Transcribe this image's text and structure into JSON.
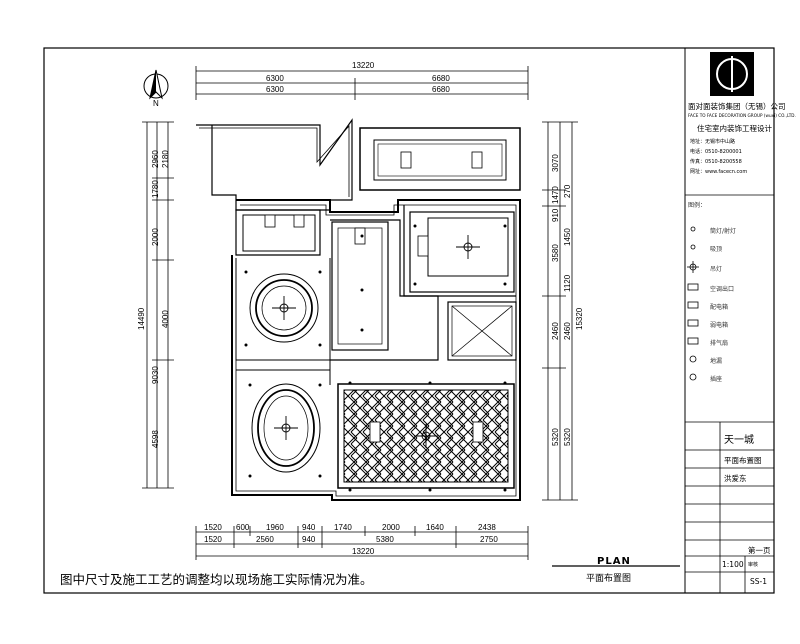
{
  "north_label": "N",
  "dims_top": {
    "total": "13220",
    "segments_row1": [
      "6300",
      "6680"
    ],
    "segments_row2": [
      "6300",
      "6680"
    ]
  },
  "dims_bottom": {
    "row1": [
      "1520",
      "600",
      "1960",
      "940",
      "1740",
      "2000",
      "1640",
      "2438"
    ],
    "row2": [
      "1520",
      "2560",
      "940",
      "5380",
      "2750"
    ],
    "total": "13220"
  },
  "dims_left": {
    "row1": [
      "2960",
      "1780",
      "2000",
      "9030",
      "4598"
    ],
    "row2": [
      "2180",
      "4000"
    ],
    "total": "14490"
  },
  "dims_right": {
    "row1": [
      "3070",
      "1470",
      "910",
      "3580",
      "2460",
      "5320"
    ],
    "row2": [
      "270",
      "1450",
      "1120",
      "2460",
      "5320"
    ],
    "total": "15320"
  },
  "note": "图中尺寸及施工工艺的调整均以现场施工实际情况为准。",
  "plan_title": "PLAN",
  "plan_subtitle": "平面布置图",
  "title_block": {
    "company_cn": "面对面装饰集团（无锡）公司",
    "company_en": "FACE TO FACE DECORATION GROUP (wuxi) CO.,LTD.",
    "service": "住宅室内装饰工程设计",
    "addr_lines": [
      "地址：无锡市中山路",
      "电话：0510-8200001",
      "传真：0510-8200558",
      "网址：www.facecn.com"
    ],
    "legend_title": "图例：",
    "legend": [
      "筒灯/射灯",
      "吸顶",
      "吊灯",
      "空调出口",
      "配电箱",
      "弱电箱",
      "排气扇",
      "地漏",
      "插座"
    ],
    "project_label": "天一城",
    "drawing_label": "平面布置图",
    "designer_label": "洪爱东",
    "scale_label": "1:100",
    "sheet_label": "第一页",
    "drawn_label": "审核",
    "number_label": "SS-1"
  }
}
